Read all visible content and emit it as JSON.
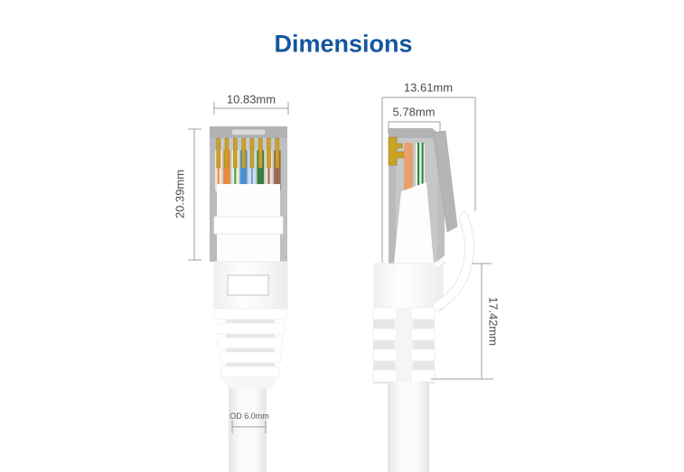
{
  "header": {
    "title": "Dimensions"
  },
  "dimensions": {
    "front": {
      "width": "10.83mm",
      "height": "20.39mm",
      "cable_od": "OD 6.0mm"
    },
    "side": {
      "overall_width": "13.61mm",
      "top_width": "5.78mm",
      "boot_height": "17.42mm"
    }
  },
  "illustration": {
    "type": "rj45-ethernet-plug-dimension-diagram",
    "views": [
      "front",
      "side"
    ],
    "pin_count": 8,
    "wire_colors": [
      {
        "name": "white-orange",
        "base": "#f5e3d4",
        "stripe": "#e8913f"
      },
      {
        "name": "orange",
        "base": "#e78a42",
        "stripe": null
      },
      {
        "name": "white-green",
        "base": "#e9f1e4",
        "stripe": "#43a047"
      },
      {
        "name": "blue",
        "base": "#4a8fd3",
        "stripe": null
      },
      {
        "name": "white-blue",
        "base": "#cfe0f4",
        "stripe": "#6aa5dc"
      },
      {
        "name": "green",
        "base": "#38813f",
        "stripe": null
      },
      {
        "name": "white-brown",
        "base": "#efe0d2",
        "stripe": "#9a6b4f"
      },
      {
        "name": "brown",
        "base": "#9a6b4f",
        "stripe": null
      }
    ]
  },
  "colors": {
    "title_blue": "#14569e",
    "dimension_line": "#9aa0a3",
    "dimension_text": "#4a4a4a",
    "gold_pins": "#c9a227",
    "shell_gray": "#c6c7c9",
    "plastic_white": "#ffffff"
  }
}
